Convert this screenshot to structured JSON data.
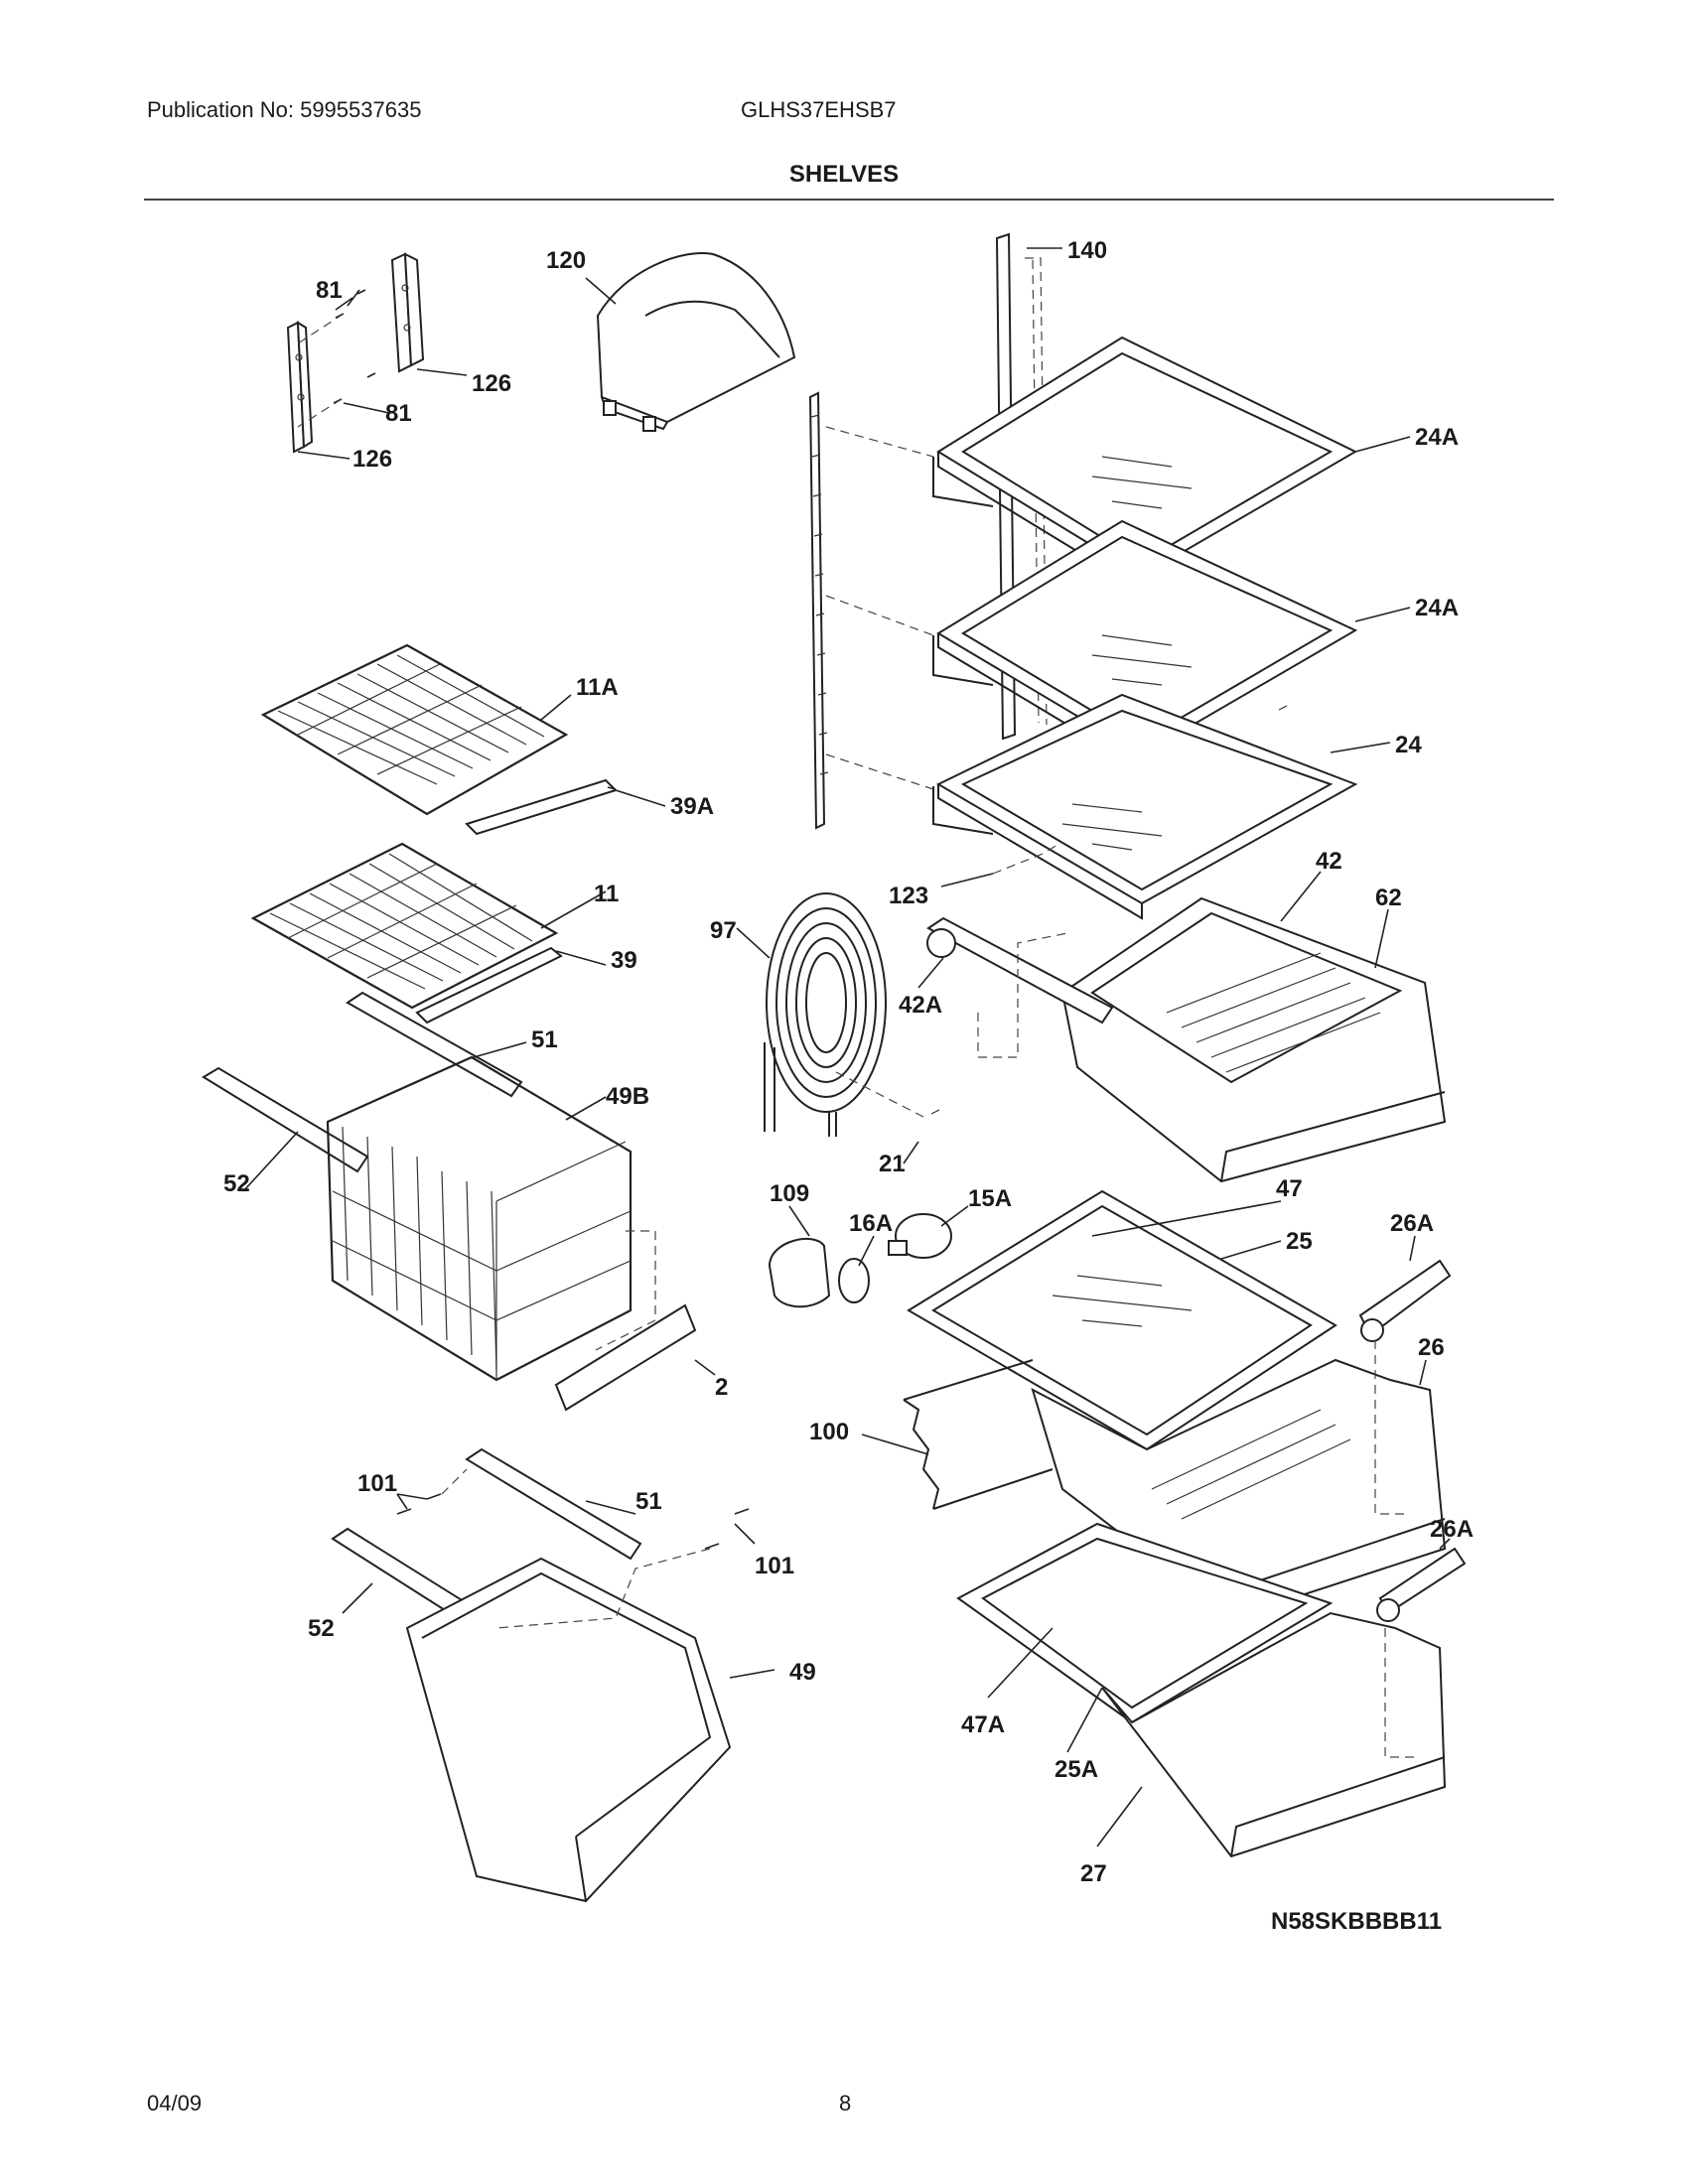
{
  "header": {
    "publication": "Publication No: 5995537635",
    "model": "GLHS37EHSB7",
    "section_title": "SHELVES"
  },
  "diagram": {
    "code": "N58SKBBBB11",
    "labels": {
      "l81a": "81",
      "l81b": "81",
      "l126a": "126",
      "l126b": "126",
      "l120": "120",
      "l140": "140",
      "l24Aa": "24A",
      "l24Ab": "24A",
      "l24": "24",
      "l11A": "11A",
      "l39A": "39A",
      "l11": "11",
      "l39": "39",
      "l123": "123",
      "l42": "42",
      "l62": "62",
      "l97": "97",
      "l42A": "42A",
      "l51a": "51",
      "l49B": "49B",
      "l52a": "52",
      "l21": "21",
      "l109": "109",
      "l15A": "15A",
      "l16A": "16A",
      "l47": "47",
      "l25": "25",
      "l26Aa": "26A",
      "l26": "26",
      "l2": "2",
      "l100": "100",
      "l101a": "101",
      "l51b": "51",
      "l101b": "101",
      "l26Ab": "26A",
      "l52b": "52",
      "l49": "49",
      "l47A": "47A",
      "l25A": "25A",
      "l27": "27"
    }
  },
  "footer": {
    "date": "04/09",
    "page": "8"
  }
}
